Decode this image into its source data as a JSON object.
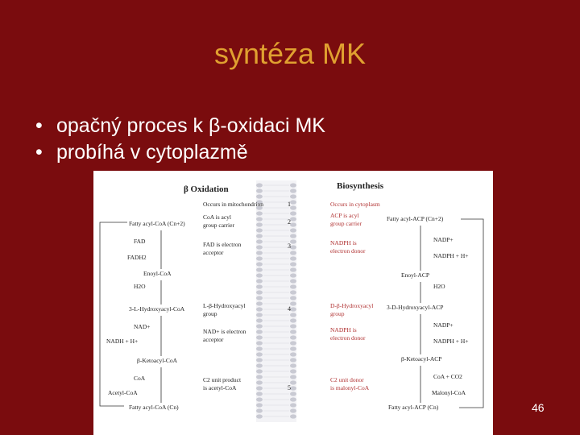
{
  "slide": {
    "title": "syntéza MK",
    "bullets": [
      "opačný proces k β-oxidaci MK",
      "probíhá v cytoplazmě"
    ],
    "page_number": "46"
  },
  "figure": {
    "left_heading": "β Oxidation",
    "right_heading": "Biosynthesis",
    "membrane_numbers": [
      "1",
      "2",
      "3",
      "4",
      "5"
    ],
    "left_pathway": {
      "top": "Fatty acyl-CoA (Cn+2)",
      "fad": "FAD",
      "fadh2": "FADH2",
      "enoyl": "Enoyl-CoA",
      "h2o": "H2O",
      "hydroxy": "3-L-Hydroxyacyl-CoA",
      "nad": "NAD+",
      "nadh": "NADH + H+",
      "keto": "β-Ketoacyl-CoA",
      "coa": "CoA",
      "acetyl": "Acetyl-CoA",
      "bottom": "Fatty acyl-CoA (Cn)"
    },
    "left_notes": [
      "Occurs in mitochondrion",
      "CoA is acyl",
      "group carrier",
      "FAD is electron",
      "acceptor",
      "L-β-Hydroxyacyl",
      "group",
      "NAD+ is electron",
      "acceptor",
      "C2 unit product",
      "is acetyl-CoA"
    ],
    "right_notes": [
      "Occurs in cytoplasm",
      "ACP is acyl",
      "group carrier",
      "NADPH is",
      "electron donor",
      "D-β-Hydroxyacyl",
      "group",
      "NADPH is",
      "electron donor",
      "C2 unit donor",
      "is malonyl-CoA"
    ],
    "right_pathway": {
      "top": "Fatty acyl-ACP (Cn+2)",
      "nadp1": "NADP+",
      "nadph1": "NADPH + H+",
      "enoyl": "Enoyl-ACP",
      "h2o": "H2O",
      "hydroxy": "3-D-Hydroxyacyl-ACP",
      "nadp2": "NADP+",
      "nadph2": "NADPH + H+",
      "keto": "β-Ketoacyl-ACP",
      "coa": "CoA + CO2",
      "malonyl": "Malonyl-CoA",
      "bottom": "Fatty acyl-ACP (Cn)"
    }
  }
}
